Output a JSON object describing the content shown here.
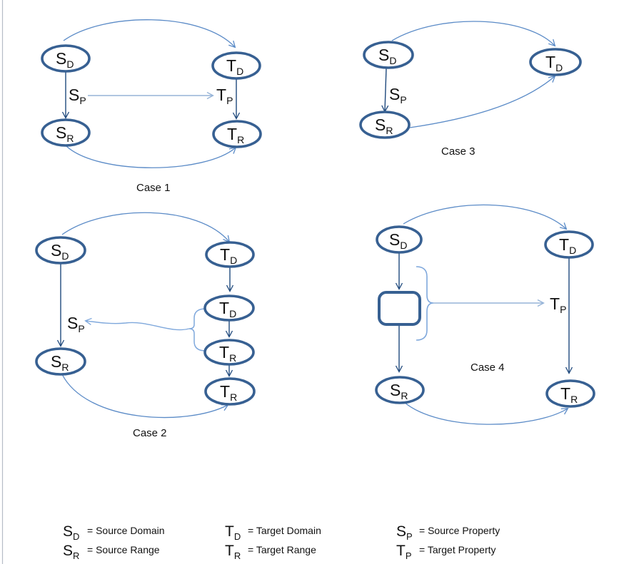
{
  "sym": {
    "S": "S",
    "T": "T",
    "D": "D",
    "R": "R",
    "P": "P"
  },
  "captions": {
    "c1": "Case 1",
    "c2": "Case 2",
    "c3": "Case 3",
    "c4": "Case 4"
  },
  "legend": {
    "items": [
      {
        "sym": "S",
        "sub": "D",
        "text": "= Source Domain"
      },
      {
        "sym": "T",
        "sub": "D",
        "text": "= Target Domain"
      },
      {
        "sym": "S",
        "sub": "P",
        "text": "= Source Property"
      },
      {
        "sym": "S",
        "sub": "R",
        "text": "= Source Range"
      },
      {
        "sym": "T",
        "sub": "R",
        "text": "= Target Range"
      },
      {
        "sym": "T",
        "sub": "P",
        "text": "= Target Property"
      }
    ]
  },
  "colors": {
    "node_stroke": "#376092",
    "dark_arrow": "#1F497D",
    "arc": "#5B8BC7",
    "light_arrow": "#95B3D7",
    "brace": "#7FA8DC",
    "page_edge": "#B6BCC6"
  }
}
